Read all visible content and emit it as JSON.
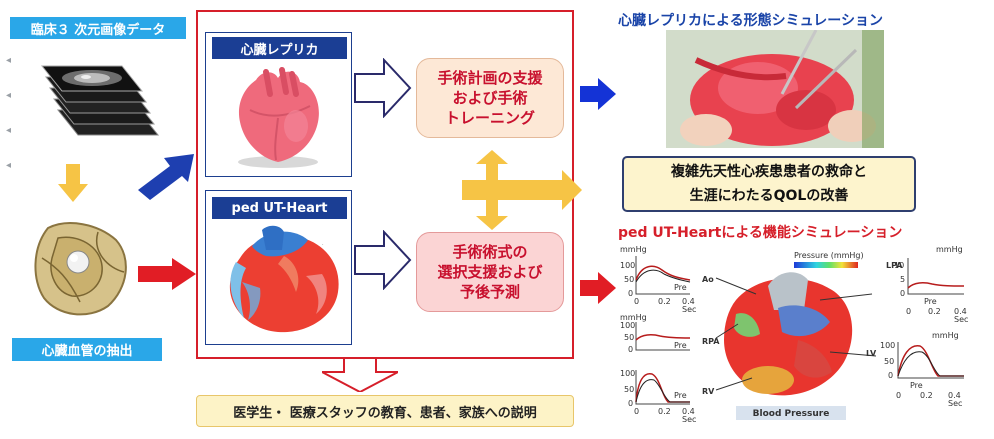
{
  "left": {
    "clinical_label": "臨床３ 次元画像データ",
    "extraction_label": "心臓血管の抽出"
  },
  "center": {
    "replica_tag": "心臓レプリカ",
    "ut_tag": "ped UT-Heart",
    "surgical_support_lines": [
      "手術計画の支援",
      "および手術",
      "トレーニング"
    ],
    "procedure_support_lines": [
      "手術術式の",
      "選択支援および",
      "予後予測"
    ],
    "education_label": "医学生・ 医療スタッフの教育、患者、家族への説明"
  },
  "right": {
    "morph_sim_heading": "心臓レプリカによる形態シミュレーション",
    "goal_lines": [
      "複雑先天性心疾患患者の救命と",
      "生涯にわたるQOLの改善"
    ],
    "func_sim_heading": "ped UT-Heartによる機能シミュレーション",
    "pressure_legend_title": "Pressure (mmHg)",
    "blood_pressure_label": "Blood Pressure",
    "plots": [
      {
        "name": "Ao",
        "unit": "mmHg",
        "y_ticks": [
          "100",
          "50",
          "0"
        ],
        "pre_label": "Pre"
      },
      {
        "name": "RPA",
        "unit": "mmHg",
        "y_ticks": [
          "100",
          "50",
          "0"
        ],
        "pre_label": "Pre"
      },
      {
        "name": "RV",
        "unit": "",
        "y_ticks": [
          "100",
          "50",
          "0"
        ],
        "pre_label": "Pre",
        "x_ticks": [
          "0",
          "0.2",
          "0.4"
        ],
        "x_unit": "Sec"
      },
      {
        "name": "LPA",
        "unit": "mmHg",
        "y_ticks": [
          "10",
          "5",
          "0"
        ],
        "pre_label": "Pre",
        "x_ticks": [
          "0",
          "0.2",
          "0.4"
        ],
        "x_unit": "Sec"
      },
      {
        "name": "LV",
        "unit": "mmHg",
        "y_ticks": [
          "100",
          "50",
          "0"
        ],
        "pre_label": "Pre",
        "x_ticks": [
          "0",
          "0.2",
          "0.4"
        ],
        "x_unit": "Sec"
      }
    ],
    "ao_x_ticks": [
      "0",
      "0.2",
      "0.4"
    ],
    "ao_x_unit": "Sec"
  },
  "colors": {
    "red_frame": "#d61f2a",
    "blue_tag": "#1b3e94",
    "label_blue": "#2aa7e8",
    "yellow": "#f6c445",
    "heading_blue": "#1a44a8",
    "heading_red": "#d61f2a"
  }
}
